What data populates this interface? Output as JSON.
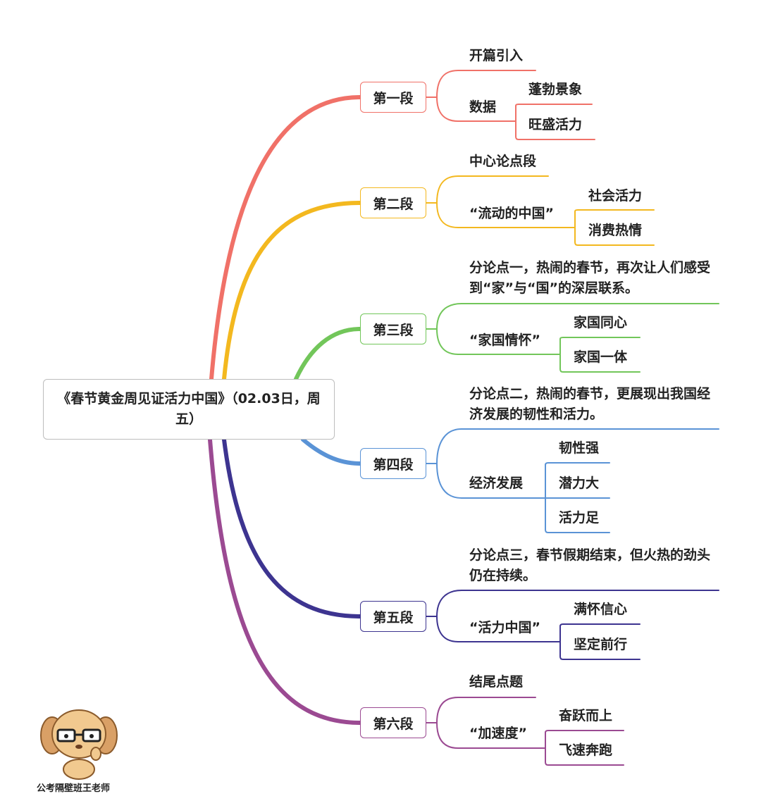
{
  "root": {
    "title": "《春节黄金周见证活力中国》（02.03日，周五）"
  },
  "sections": [
    {
      "label": "第一段",
      "color": "#f07168",
      "point": "开篇引入",
      "sub": {
        "label": "数据",
        "items": [
          "蓬勃景象",
          "旺盛活力"
        ]
      }
    },
    {
      "label": "第二段",
      "color": "#f3b81f",
      "point": "中心论点段",
      "sub": {
        "label": "“流动的中国”",
        "items": [
          "社会活力",
          "消费热情"
        ]
      }
    },
    {
      "label": "第三段",
      "color": "#72c65a",
      "point": "分论点一，热闹的春节，再次让人们感受到“家”与“国”的深层联系。",
      "sub": {
        "label": "“家国情怀”",
        "items": [
          "家国同心",
          "家国一体"
        ]
      }
    },
    {
      "label": "第四段",
      "color": "#5a93d6",
      "point": "分论点二，热闹的春节，更展现出我国经济发展的韧性和活力。",
      "sub": {
        "label": "经济发展",
        "items": [
          "韧性强",
          "潜力大",
          "活力足"
        ]
      }
    },
    {
      "label": "第五段",
      "color": "#3d3490",
      "point": "分论点三，春节假期结束，但火热的劲头仍在持续。",
      "sub": {
        "label": "“活力中国”",
        "items": [
          "满怀信心",
          "坚定前行"
        ]
      }
    },
    {
      "label": "第六段",
      "color": "#9b4a92",
      "point": "结尾点题",
      "sub": {
        "label": "“加速度”",
        "items": [
          "奋跃而上",
          "飞速奔跑"
        ]
      }
    }
  ],
  "credit": "公考隔壁班王老师"
}
